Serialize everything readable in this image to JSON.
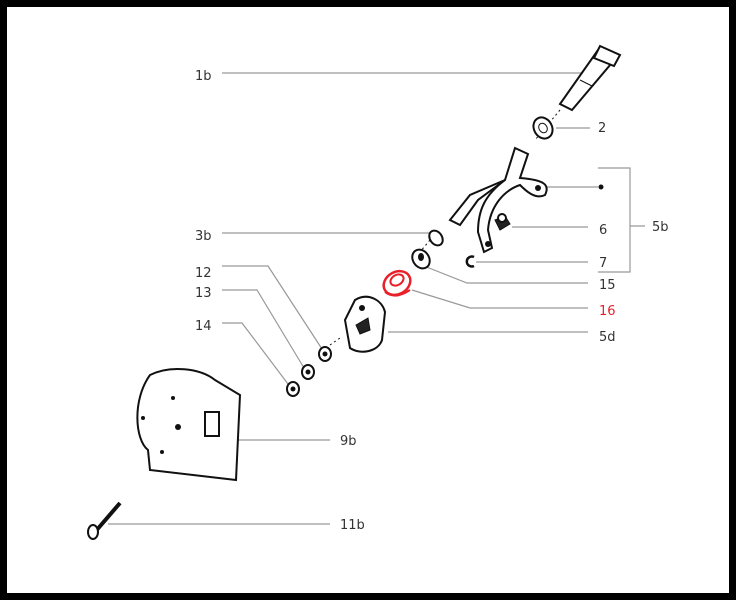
{
  "title": "Exploded parts diagram",
  "colors": {
    "highlight": "#e8202a",
    "label": "#333333",
    "leader": "#999999"
  },
  "labels": {
    "p1b": "1b",
    "p2": "2",
    "p5b": "5b",
    "p6": "6",
    "p7": "7",
    "p3b": "3b",
    "p15": "15",
    "p16": "16",
    "p5d": "5d",
    "p12": "12",
    "p13": "13",
    "p14": "14",
    "p9b": "9b",
    "p11b": "11b"
  },
  "highlighted_part": "16"
}
